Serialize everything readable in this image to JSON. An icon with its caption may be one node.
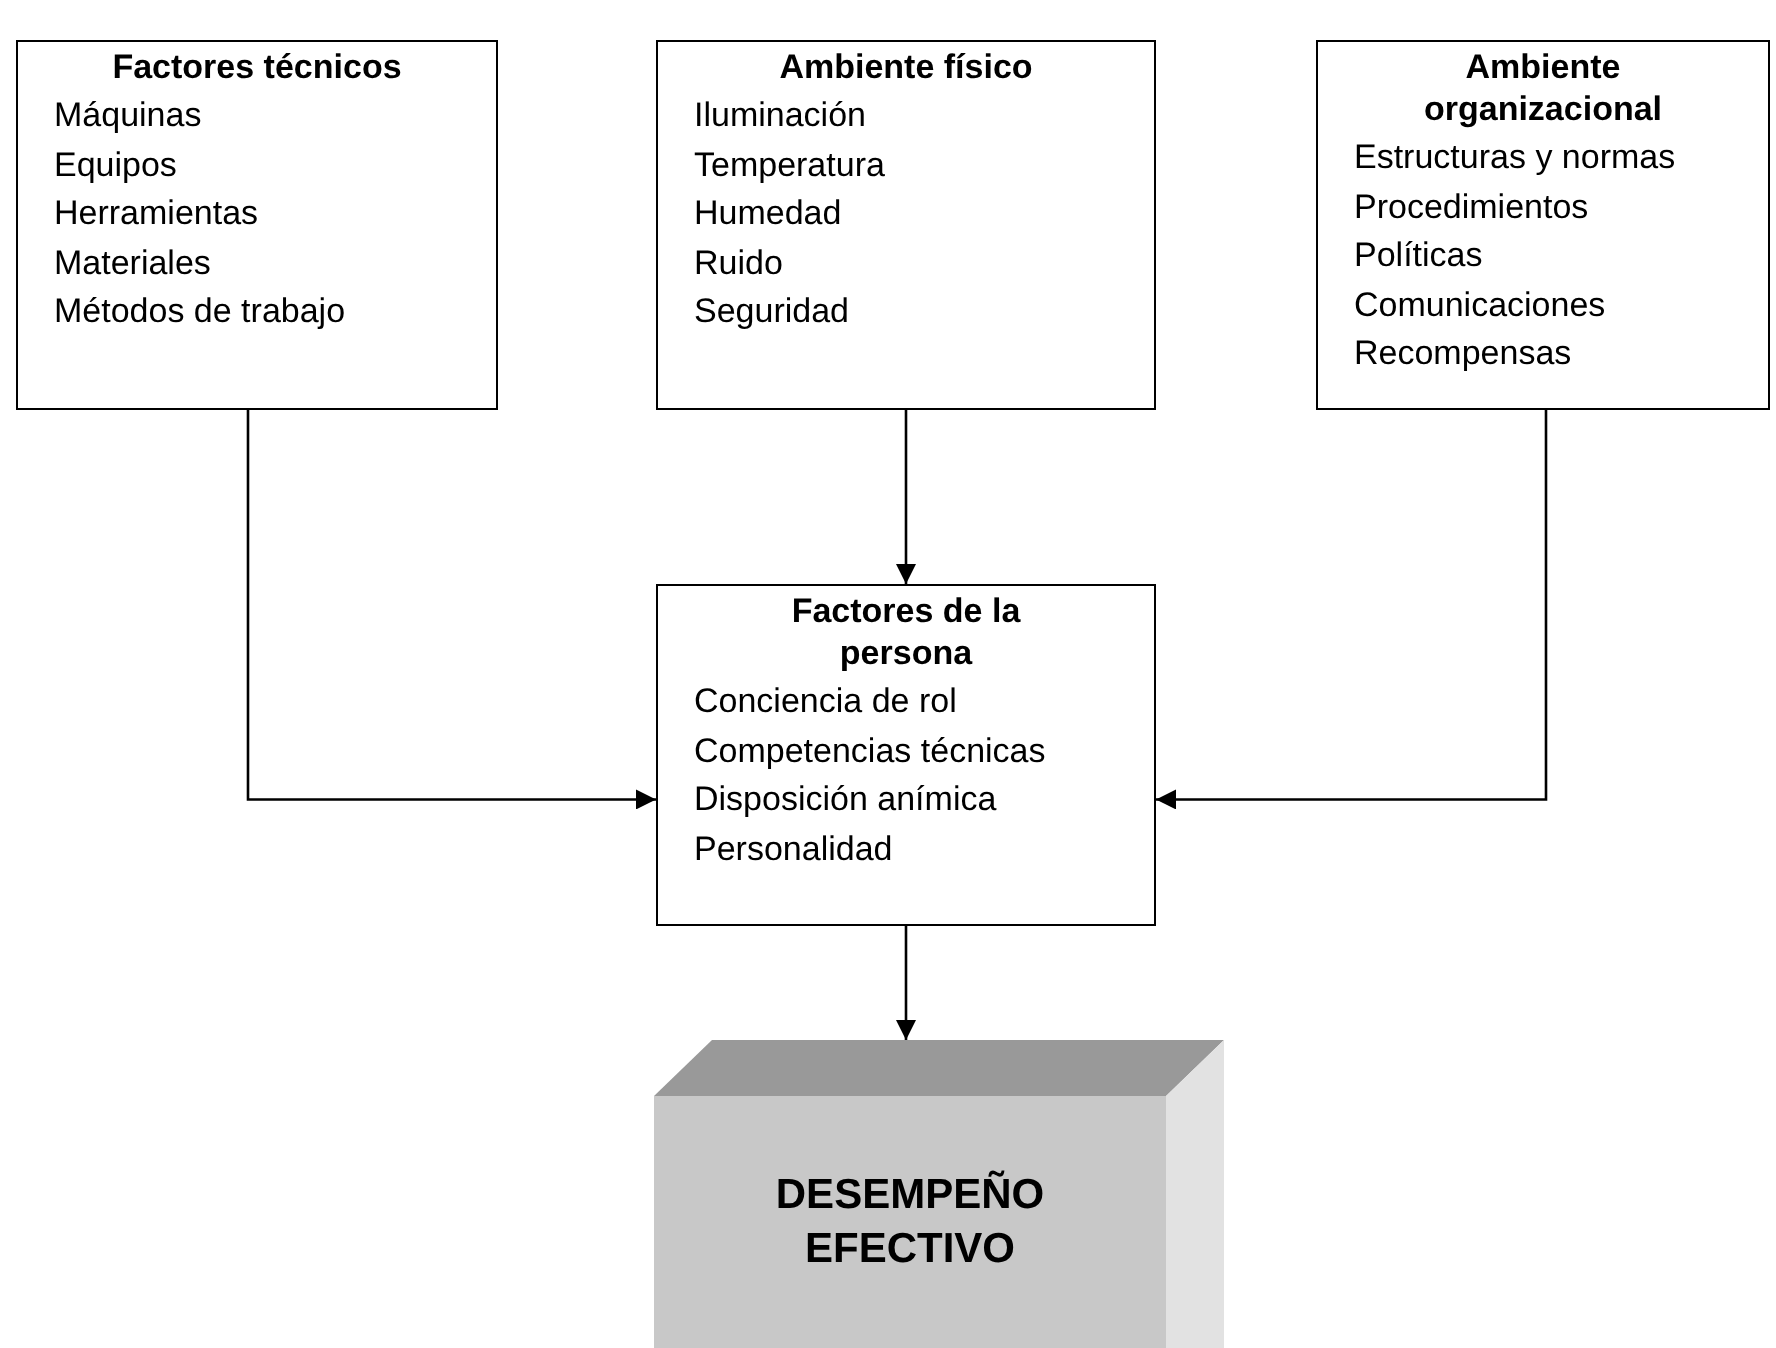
{
  "diagram": {
    "nodes": [
      {
        "text": [
          "Factores técnicos",
          "Máquinas",
          "Equipos",
          "Herramientas",
          "Materiales",
          "Métodos de trabajo"
        ]
      },
      {
        "text": [
          "Ambiente físico",
          "Iluminación",
          "Temperatura",
          "Humedad",
          "Ruido",
          "Seguridad"
        ]
      },
      {
        "text": [
          "Ambiente organizacional",
          "Estructuras y normas",
          "Procedimientos",
          "Políticas",
          "Comunicaciones",
          "Recompensas"
        ]
      },
      {
        "text": [
          "Factores de la persona",
          "Conciencia de rol",
          "Competencias técnicas",
          "Disposición anímica",
          "Personalidad"
        ]
      },
      {
        "text": [
          "DESEMPEÑO EFECTIVO"
        ]
      }
    ],
    "edges": [
      {
        "from": 0,
        "to": 3,
        "arrow": "to"
      },
      {
        "from": 1,
        "to": 3,
        "arrow": "to"
      },
      {
        "from": 2,
        "to": 3,
        "arrow": "to"
      },
      {
        "from": 3,
        "to": 4,
        "arrow": "to"
      }
    ]
  }
}
